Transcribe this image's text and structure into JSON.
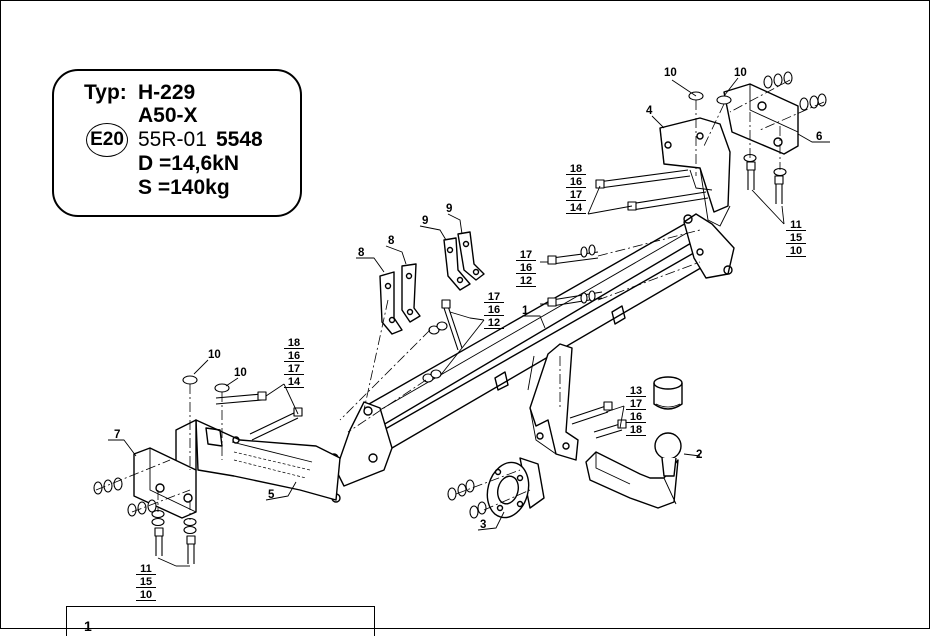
{
  "spec": {
    "typ_label": "Typ:",
    "typ_value": "H-229",
    "variant": "A50-X",
    "approval_mark": "E20",
    "approval_number_prefix": "55R-01",
    "approval_number": "5548",
    "d_value": "D =14,6kN",
    "s_value": "S =140kg"
  },
  "callouts": {
    "c1": "1",
    "c2": "2",
    "c3": "3",
    "c4": "4",
    "c5": "5",
    "c6": "6",
    "c7": "7",
    "c8a": "8",
    "c8b": "8",
    "c9a": "9",
    "c9b": "9",
    "c10a": "10",
    "c10b": "10",
    "c10c": "10",
    "c10d": "10"
  },
  "stacks": {
    "s_top_left": [
      "18",
      "16",
      "17",
      "14"
    ],
    "s_top_right": [
      "11",
      "15",
      "10"
    ],
    "s_mid": [
      "17",
      "16",
      "12"
    ],
    "s_center": [
      "17",
      "16",
      "12"
    ],
    "s_left": [
      "18",
      "16",
      "17",
      "14"
    ],
    "s_bottom_left": [
      "11",
      "15",
      "10"
    ],
    "s_ball": [
      "13",
      "17",
      "16",
      "18"
    ]
  },
  "bottom_panel": {
    "label": "1"
  }
}
